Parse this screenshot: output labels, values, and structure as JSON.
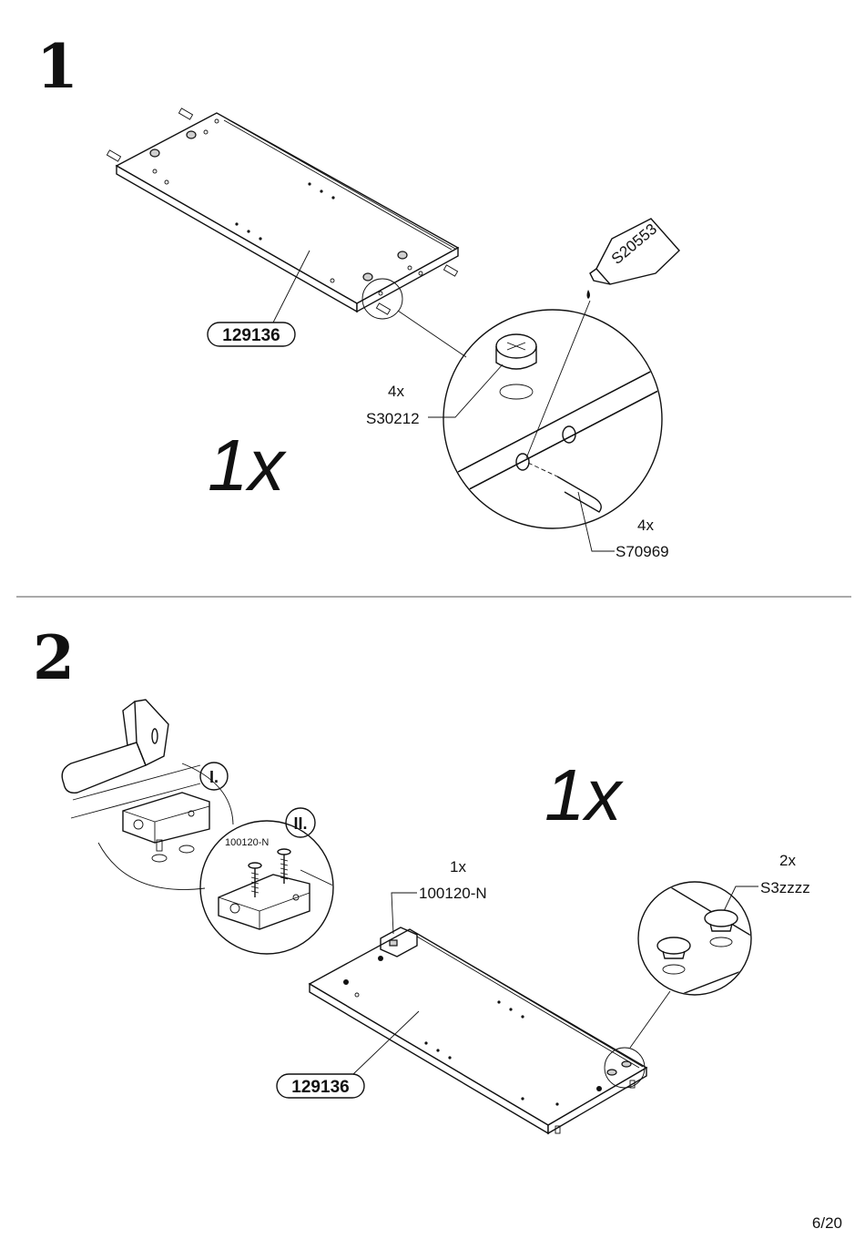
{
  "page": {
    "page_number": "6/20"
  },
  "step1": {
    "number": "1",
    "quantity": "1x",
    "part_id": "129136",
    "cam": {
      "qty": "4x",
      "code": "S30212"
    },
    "dowel": {
      "qty": "4x",
      "code": "S70969"
    },
    "glue": {
      "code": "S20553"
    }
  },
  "step2": {
    "number": "2",
    "quantity": "1x",
    "part_id": "129136",
    "substep1": "I.",
    "substep2": "II.",
    "hinge_code_small": "100120-N",
    "hinge": {
      "qty": "1x",
      "code": "100120-N"
    },
    "caps": {
      "qty": "2x",
      "code": "S3zzzz"
    }
  }
}
